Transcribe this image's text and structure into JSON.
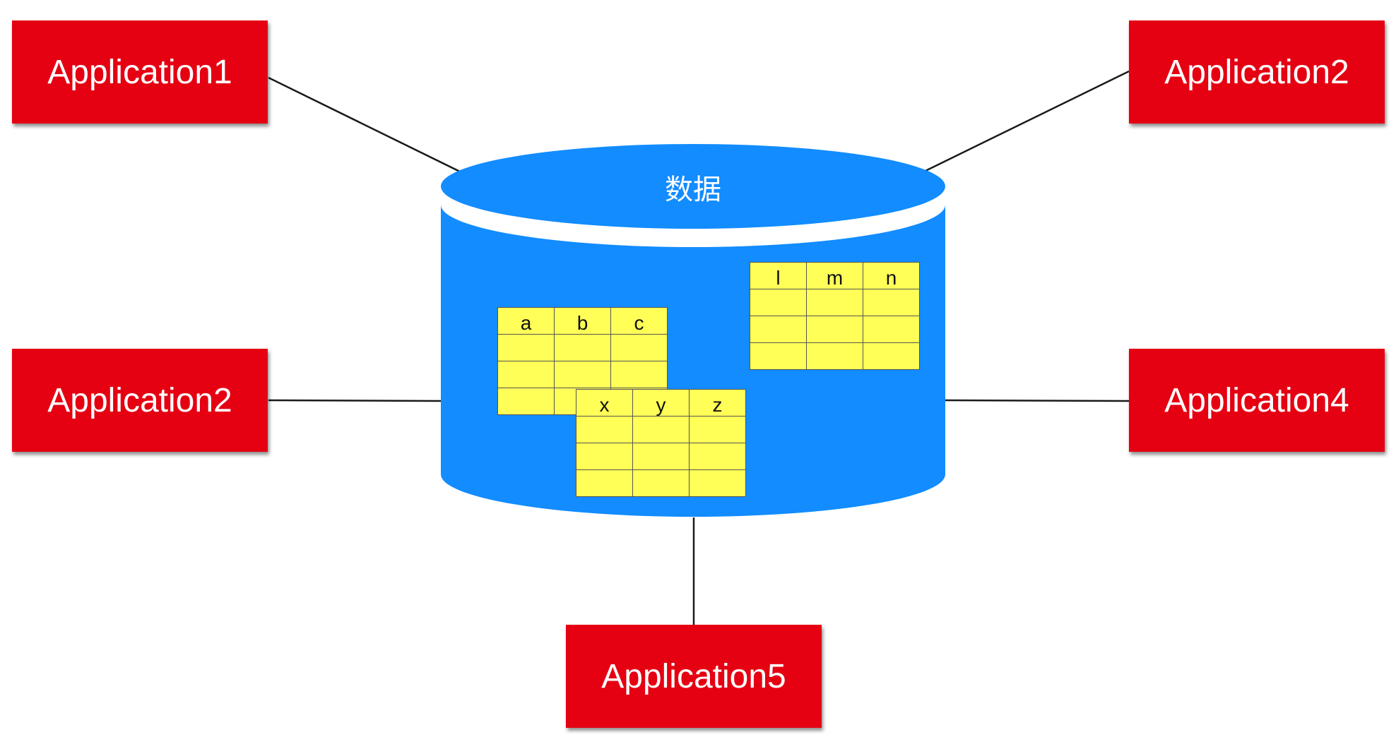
{
  "colors": {
    "app_box": "#e50012",
    "database": "#128cff",
    "table_cell": "#ffff57",
    "connector": "#1a1a1a"
  },
  "database": {
    "label": "数据"
  },
  "applications": [
    {
      "label": "Application1"
    },
    {
      "label": "Application2"
    },
    {
      "label": "Application2"
    },
    {
      "label": "Application4"
    },
    {
      "label": "Application5"
    }
  ],
  "tables": [
    {
      "headers": [
        "a",
        "b",
        "c"
      ]
    },
    {
      "headers": [
        "l",
        "m",
        "n"
      ]
    },
    {
      "headers": [
        "x",
        "y",
        "z"
      ]
    }
  ]
}
